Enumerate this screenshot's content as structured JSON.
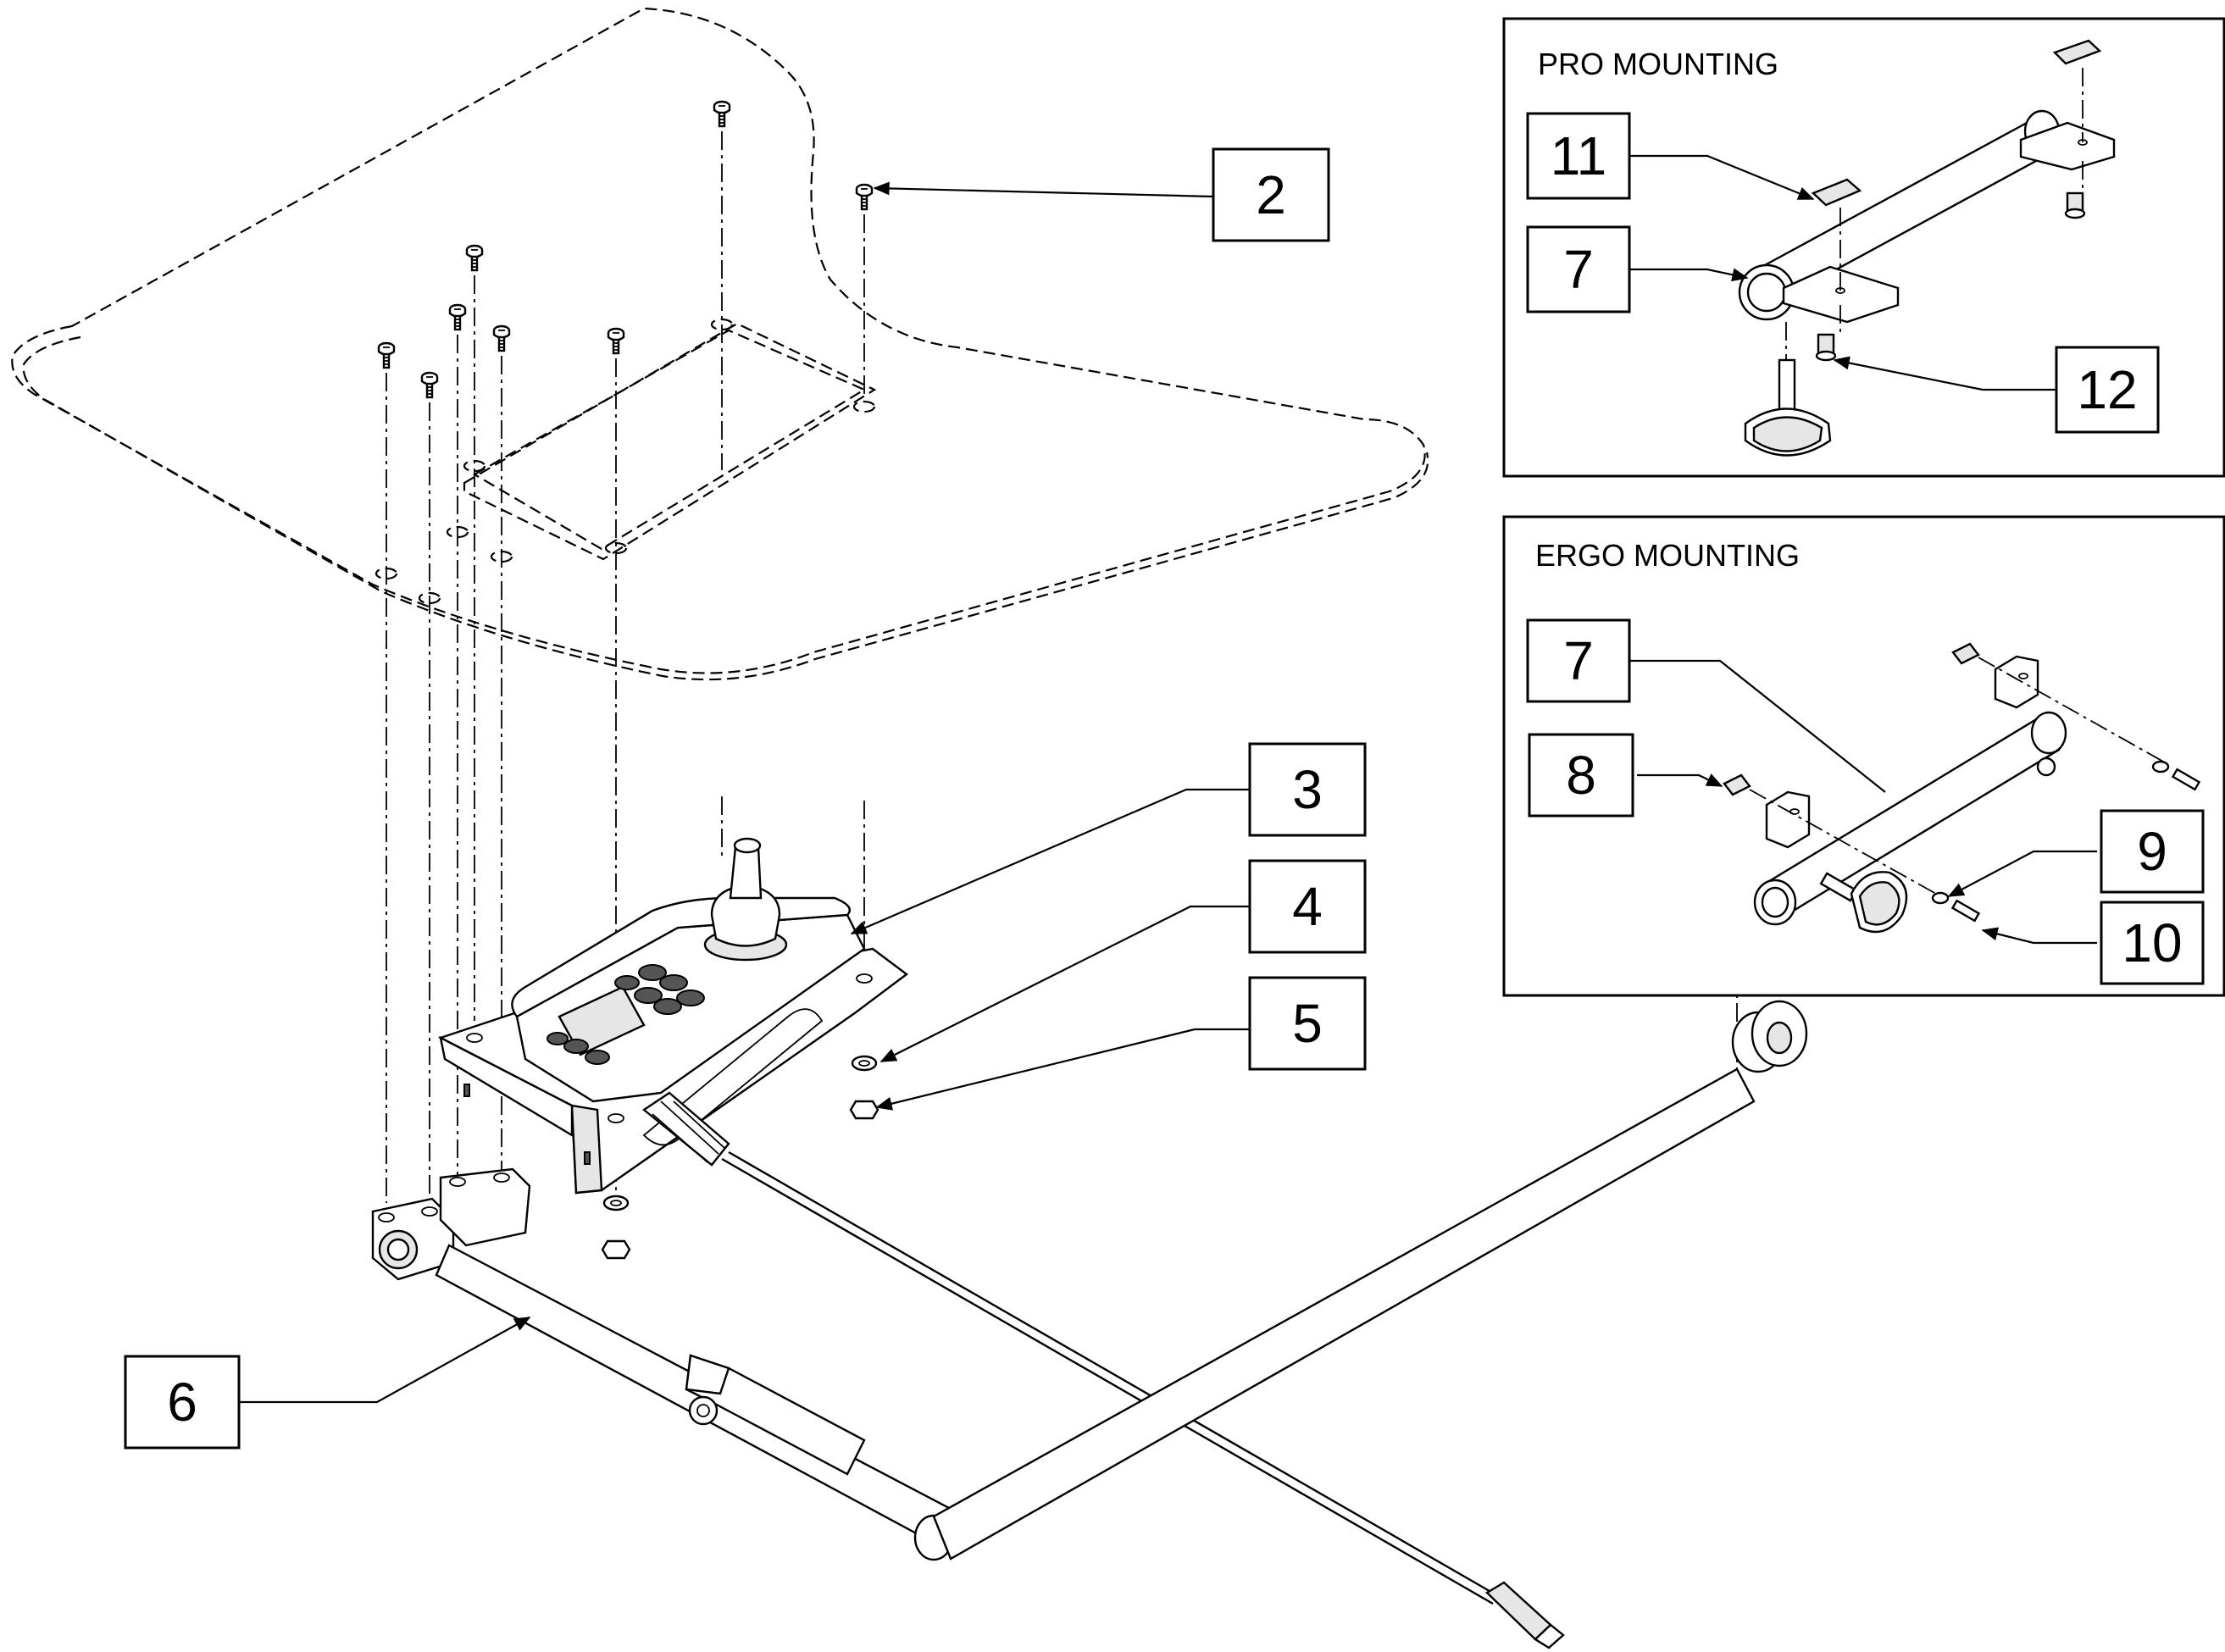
{
  "diagram": {
    "callouts": {
      "c2": "2",
      "c3": "3",
      "c4": "4",
      "c5": "5",
      "c6": "6",
      "c11": "11",
      "c7_pro": "7",
      "c12": "12",
      "c7_ergo": "7",
      "c8": "8",
      "c9": "9",
      "c10": "10"
    },
    "panels": {
      "pro": {
        "title": "PRO MOUNTING"
      },
      "ergo": {
        "title": "ERGO MOUNTING"
      }
    }
  }
}
